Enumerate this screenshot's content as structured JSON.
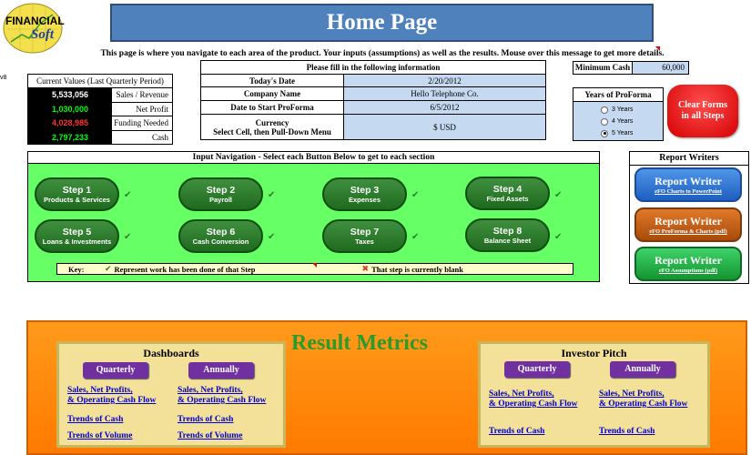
{
  "logo": {
    "line1": "FINANCIAL",
    "line2": "Soft"
  },
  "title": "Home Page",
  "subtitle": "This page is where you navigate to each area of the product. Your inputs (assumptions) as well as the results. Mouse over this message to get more details.",
  "version": "v8",
  "current_values": {
    "header": "Current Values (Last Quarterly Period)",
    "rows": [
      {
        "value": "5,533,056",
        "label": "Sales / Revenue",
        "color": "#ffffff"
      },
      {
        "value": "1,030,000",
        "label": "Net Profit",
        "color": "#00ff00"
      },
      {
        "value": "4,028,985",
        "label": "Funding Needed",
        "color": "#ff3333"
      },
      {
        "value": "2,797,233",
        "label": "Cash",
        "color": "#00ff00"
      }
    ]
  },
  "info": {
    "header": "Please fill in the following information",
    "rows": [
      {
        "label": "Today's Date",
        "value": "2/20/2012"
      },
      {
        "label": "Company Name",
        "value": "Hello Telephone Co."
      },
      {
        "label": "Date to Start ProForma",
        "value": "6/5/2012"
      },
      {
        "label": "Currency",
        "label2": "Select Cell, then Pull-Down Menu",
        "value": "$ USD"
      }
    ]
  },
  "min_cash": {
    "label": "Minimum Cash",
    "value": "60,000"
  },
  "years": {
    "header": "Years of ProForma",
    "options": [
      "3 Years",
      "4 Years",
      "5 Years"
    ],
    "selected": "5 Years"
  },
  "clear_button": {
    "line1": "Clear Forms",
    "line2": "in all Steps"
  },
  "nav": {
    "header": "Input Navigation - Select each Button Below to get to each section",
    "steps": [
      {
        "n": "Step 1",
        "s": "Products & Services"
      },
      {
        "n": "Step 2",
        "s": "Payroll"
      },
      {
        "n": "Step 3",
        "s": "Expenses"
      },
      {
        "n": "Step 4",
        "s": "Fixed Assets"
      },
      {
        "n": "Step 5",
        "s": "Loans & Investments"
      },
      {
        "n": "Step 6",
        "s": "Cash Conversion"
      },
      {
        "n": "Step 7",
        "s": "Taxes"
      },
      {
        "n": "Step 8",
        "s": "Balance Sheet"
      }
    ],
    "key_label": "Key:",
    "key_done": "Represent work has been done of that Step",
    "key_blank": "That step is currently blank"
  },
  "report_writers": {
    "header": "Report Writers",
    "buttons": [
      {
        "title": "Report Writer",
        "sub": "eFO Charts to PowerPoint",
        "color": "#2e75d6"
      },
      {
        "title": "Report Writer",
        "sub": "eFO ProForma & Charts (pdf)",
        "color": "#c55a11"
      },
      {
        "title": "Report Writer",
        "sub": "eFO Assumptions (pdf)",
        "color": "#1fb34a"
      }
    ]
  },
  "results": {
    "title": "Result Metrics",
    "dashboards": {
      "header": "Dashboards",
      "quarterly": "Quarterly",
      "annually": "Annually",
      "links": {
        "sales_l1": "Sales, Net Profits,",
        "sales_l2": "& Operating Cash Flow",
        "cash": "Trends of Cash",
        "volume": "Trends of Volume"
      }
    },
    "investor": {
      "header": "Investor Pitch",
      "quarterly": "Quarterly",
      "annually": "Annually",
      "links": {
        "sales_l1": "Sales, Net Profits,",
        "sales_l2": "& Operating Cash Flow",
        "cash": "Trends of Cash"
      }
    }
  }
}
